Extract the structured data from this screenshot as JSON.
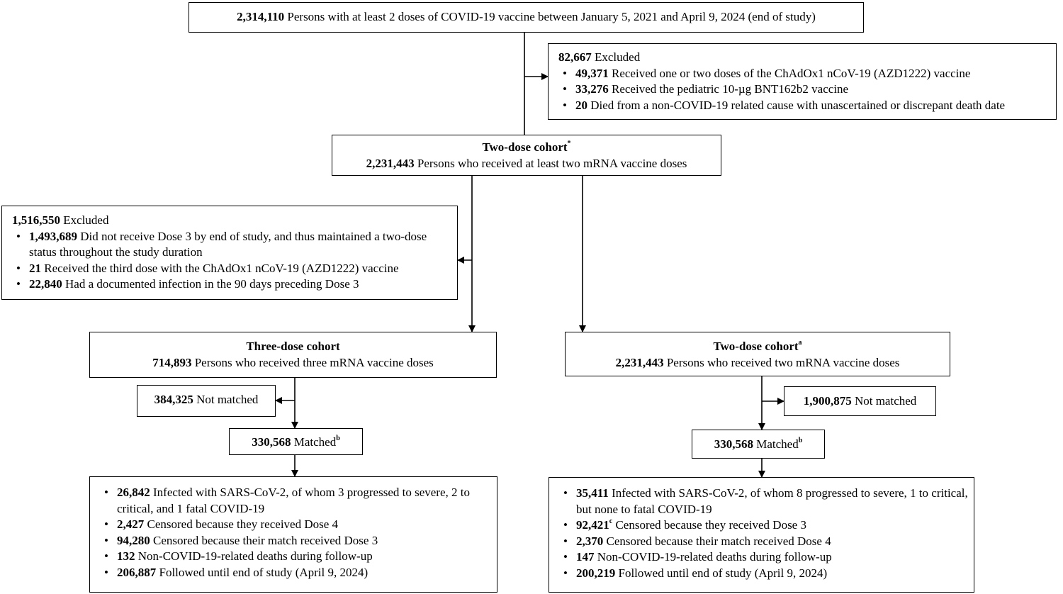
{
  "top": {
    "count": "2,314,110",
    "text": "Persons with at least 2 doses of COVID-19 vaccine between January 5, 2021 and April 9, 2024 (end of study)"
  },
  "excl1": {
    "count": "82,667",
    "label": "Excluded",
    "items": [
      {
        "count": "49,371",
        "text": "Received one or two doses of the ChAdOx1 nCoV-19 (AZD1222) vaccine"
      },
      {
        "count": "33,276",
        "text": "Received the pediatric 10-µg BNT162b2 vaccine"
      },
      {
        "count": "20",
        "text": "Died from a non-COVID-19 related cause with unascertained or discrepant death date"
      }
    ]
  },
  "cohort_main": {
    "title": "Two-dose cohort",
    "sup": "*",
    "count": "2,231,443",
    "text": "Persons who received at least two mRNA vaccine doses"
  },
  "excl2": {
    "count": "1,516,550",
    "label": "Excluded",
    "items": [
      {
        "count": "1,493,689",
        "text": "Did not receive Dose 3 by end of study, and thus maintained a two-dose status throughout the study duration"
      },
      {
        "count": "21",
        "text": "Received the third dose with the ChAdOx1 nCoV-19 (AZD1222) vaccine"
      },
      {
        "count": "22,840",
        "text": "Had a documented infection in the 90 days preceding Dose 3"
      }
    ]
  },
  "three_dose": {
    "title": "Three-dose cohort",
    "count": "714,893",
    "text": "Persons who received three mRNA vaccine doses"
  },
  "two_dose": {
    "title": "Two-dose cohort",
    "sup": "a",
    "count": "2,231,443",
    "text": "Persons who received two mRNA vaccine doses"
  },
  "not_matched_left": {
    "count": "384,325",
    "text": "Not matched"
  },
  "not_matched_right": {
    "count": "1,900,875",
    "text": "Not matched"
  },
  "matched_left": {
    "count": "330,568",
    "text": "Matched",
    "sup": "b"
  },
  "matched_right": {
    "count": "330,568",
    "text": "Matched",
    "sup": "b"
  },
  "outcome_left": [
    {
      "count": "26,842",
      "text": "Infected with SARS-CoV-2, of whom 3 progressed to severe, 2 to critical, and 1 fatal COVID-19"
    },
    {
      "count": "2,427",
      "text": "Censored because they received Dose 4"
    },
    {
      "count": "94,280",
      "text": "Censored because their match received Dose 3"
    },
    {
      "count": "132",
      "text": "Non-COVID-19-related deaths during follow-up"
    },
    {
      "count": "206,887",
      "text": "Followed until end of study (April 9, 2024)"
    }
  ],
  "outcome_right": [
    {
      "count": "35,411",
      "text": "Infected with SARS-CoV-2, of whom 8 progressed to severe, 1 to critical, but none to fatal COVID-19"
    },
    {
      "count": "92,421",
      "sup": "c",
      "text": "Censored because they received Dose 3"
    },
    {
      "count": "2,370",
      "text": "Censored because their match received Dose 4"
    },
    {
      "count": "147",
      "text": "Non-COVID-19-related deaths during follow-up"
    },
    {
      "count": "200,219",
      "text": "Followed until end of study (April 9, 2024)"
    }
  ]
}
